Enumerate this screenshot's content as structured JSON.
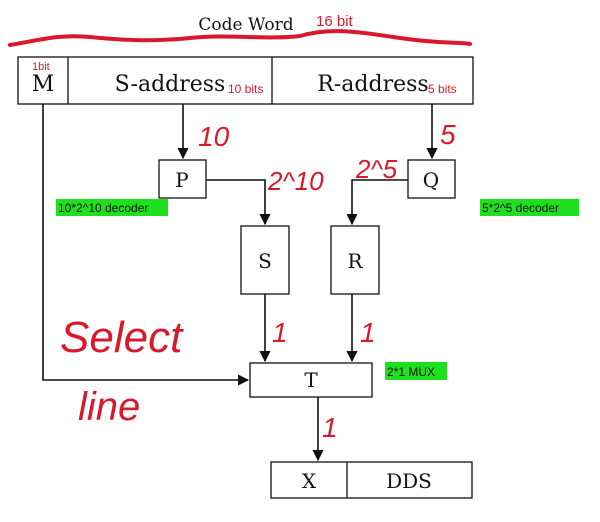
{
  "title": "Code Word",
  "annotation_bits_total": "16 bit",
  "fields": {
    "m": {
      "label": "M",
      "note": "1bit"
    },
    "s_address": {
      "label": "S-address",
      "note": "10 bits"
    },
    "r_address": {
      "label": "R-address",
      "note": "5 bits"
    }
  },
  "boxes": {
    "p": "P",
    "q": "Q",
    "s": "S",
    "r": "R",
    "t": "T",
    "x": "X",
    "dds": "DDS"
  },
  "tags": {
    "p_decoder": "10*2^10 decoder",
    "q_decoder": "5*2^5 decoder",
    "t_mux": "2*1 MUX"
  },
  "handwriting": {
    "s_bits": "10",
    "r_bits": "5",
    "p_out": "2^10",
    "q_out": "2^5",
    "s_out": "1",
    "r_out": "1",
    "t_out": "1",
    "select_word": "Select",
    "line_word": "line"
  },
  "colors": {
    "annotation": "#d8192c",
    "highlight": "#1fe01f",
    "ink": "#111111"
  }
}
